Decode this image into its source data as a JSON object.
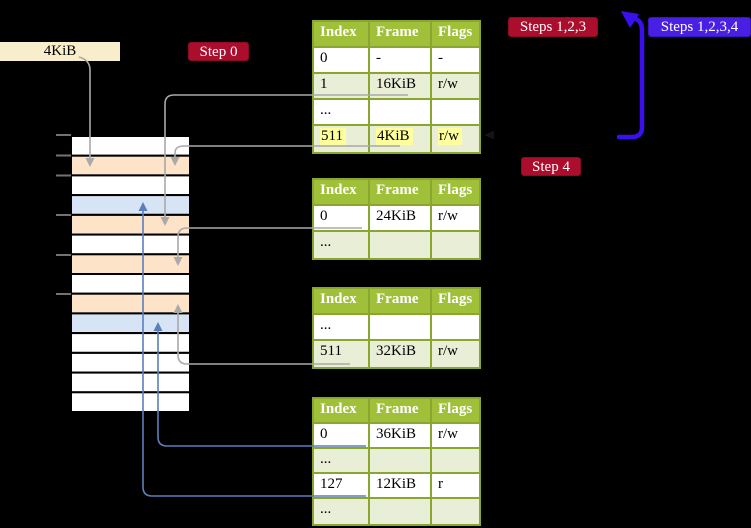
{
  "frame_label": "4KiB",
  "badges": {
    "step0": "Step 0",
    "steps123": "Steps 1,2,3",
    "steps1234": "Steps 1,2,3,4",
    "step4": "Step 4"
  },
  "tables": [
    {
      "headers": [
        "Index",
        "Frame",
        "Flags"
      ],
      "rows": [
        [
          "0",
          "-",
          "-"
        ],
        [
          "1",
          "16KiB",
          "r/w"
        ],
        [
          "...",
          "",
          ""
        ],
        [
          "511",
          "4KiB",
          "r/w"
        ]
      ]
    },
    {
      "headers": [
        "Index",
        "Frame",
        "Flags"
      ],
      "rows": [
        [
          "0",
          "24KiB",
          "r/w"
        ],
        [
          "...",
          "",
          ""
        ]
      ]
    },
    {
      "headers": [
        "Index",
        "Frame",
        "Flags"
      ],
      "rows": [
        [
          "...",
          "",
          ""
        ],
        [
          "511",
          "32KiB",
          "r/w"
        ]
      ]
    },
    {
      "headers": [
        "Index",
        "Frame",
        "Flags"
      ],
      "rows": [
        [
          "0",
          "36KiB",
          "r/w"
        ],
        [
          "...",
          "",
          ""
        ],
        [
          "127",
          "12KiB",
          "r"
        ],
        [
          "...",
          "",
          ""
        ]
      ]
    }
  ],
  "memory": {
    "cell_kinds": [
      "free",
      "table",
      "free",
      "page",
      "table",
      "free",
      "table",
      "free",
      "table",
      "page",
      "free",
      "free",
      "free",
      "free"
    ],
    "tick_count": 6
  },
  "colors": {
    "background": "#000000",
    "table_header_bg": "#9fc038",
    "table_border": "#8aa62e",
    "table_row_alt": "#e9eed6",
    "highlight_yellow": "#feff9c",
    "badge_red": "#ab0d2d",
    "badge_blue": "#4a1fe4",
    "arrow_blue": "#3a11ee",
    "connector_gray": "#a9a9a9",
    "connector_blue": "#5b7fba",
    "tick_gray": "#737373",
    "cell_free": "#ffffff",
    "cell_table": "#fde3c8",
    "cell_page": "#d7e4f5",
    "frame_label_bg": "#f9eecb"
  }
}
